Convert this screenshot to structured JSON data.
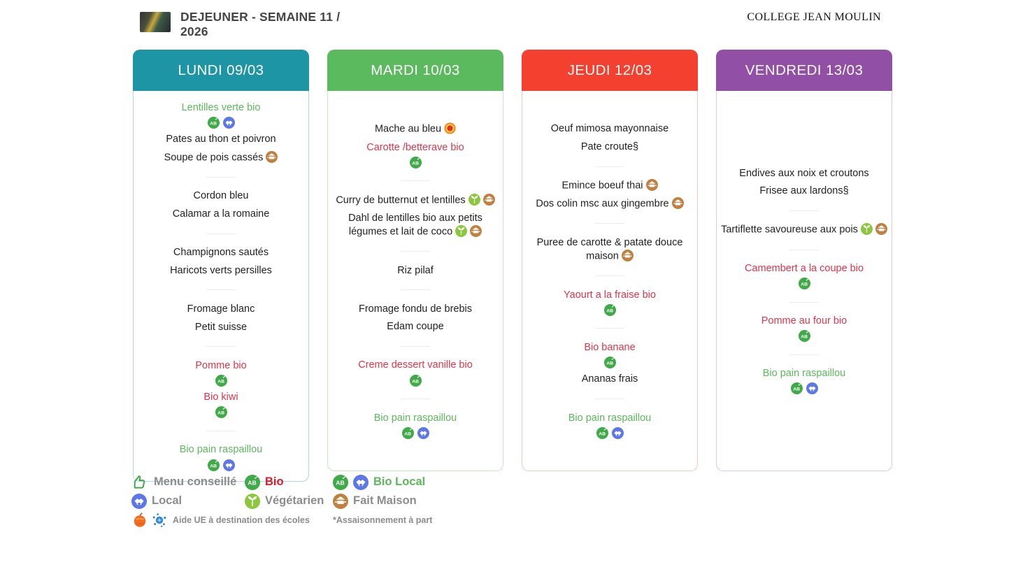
{
  "header": {
    "title": "DEJEUNER - SEMAINE 11 / 2026",
    "school_name": "COLLEGE JEAN MOULIN"
  },
  "colors": {
    "item_black": "#1f1f1f",
    "item_red": "#e5344a",
    "item_green": "#5cb85c",
    "legend_gray": "#8c8c8c",
    "legend_bio_red": "#e01727",
    "bio_badge": "#3faa47",
    "local_badge": "#5c77e8",
    "veg_badge": "#8dc63f",
    "fait_maison_badge": "#c08140"
  },
  "columns": [
    {
      "day": "LUNDI 09/03",
      "header_bg": "#1d95a4",
      "border": "#abd9e0",
      "groups": [
        {
          "items": [
            {
              "label": "Lentilles verte bio",
              "color": "green",
              "icons": [
                "bio",
                "local"
              ],
              "icons_below": true
            },
            {
              "label": "Pates au thon et poivron",
              "color": "black",
              "icons": []
            },
            {
              "label": "Soupe de pois cassés",
              "color": "black",
              "icons": [
                "fait-maison"
              ]
            }
          ]
        },
        {
          "items": [
            {
              "label": "Cordon bleu",
              "color": "black",
              "icons": []
            },
            {
              "label": "Calamar a la romaine",
              "color": "black",
              "icons": []
            }
          ]
        },
        {
          "items": [
            {
              "label": "Champignons sautés",
              "color": "black",
              "icons": []
            },
            {
              "label": "Haricots verts persilles",
              "color": "black",
              "icons": []
            }
          ]
        },
        {
          "items": [
            {
              "label": "Fromage blanc",
              "color": "black",
              "icons": []
            },
            {
              "label": "Petit suisse",
              "color": "black",
              "icons": []
            }
          ]
        },
        {
          "items": [
            {
              "label": "Pomme bio",
              "color": "red",
              "icons": [
                "bio"
              ],
              "icons_below": true
            },
            {
              "label": "Bio kiwi",
              "color": "red",
              "icons": [
                "bio"
              ],
              "icons_below": true
            }
          ]
        },
        {
          "items": [
            {
              "label": "Bio pain raspaillou",
              "color": "green",
              "icons": [
                "bio",
                "local"
              ],
              "icons_below": true
            }
          ]
        }
      ]
    },
    {
      "day": "MARDI 10/03",
      "header_bg": "#5bb95e",
      "border": "#c6e6c6",
      "groups": [
        {
          "items": [
            {
              "label": "Mache au bleu",
              "color": "black",
              "icons": [
                "aop"
              ]
            },
            {
              "label": "Carotte /betterave bio",
              "color": "red",
              "icons": [
                "bio"
              ],
              "icons_below": true
            }
          ]
        },
        {
          "items": [
            {
              "label": "Curry de butternut et lentilles",
              "color": "black",
              "icons": [
                "veg",
                "fait-maison"
              ]
            },
            {
              "label": "Dahl de lentilles bio aux petits légumes et lait de coco",
              "color": "black",
              "icons": [
                "veg",
                "fait-maison"
              ]
            }
          ]
        },
        {
          "items": [
            {
              "label": "Riz pilaf",
              "color": "black",
              "icons": []
            }
          ]
        },
        {
          "items": [
            {
              "label": "Fromage fondu de brebis",
              "color": "black",
              "icons": []
            },
            {
              "label": "Edam coupe",
              "color": "black",
              "icons": []
            }
          ]
        },
        {
          "items": [
            {
              "label": "Creme dessert vanille bio",
              "color": "red",
              "icons": [
                "bio"
              ],
              "icons_below": true
            }
          ]
        },
        {
          "items": [
            {
              "label": "Bio pain raspaillou",
              "color": "green",
              "icons": [
                "bio",
                "local"
              ],
              "icons_below": true
            }
          ]
        }
      ]
    },
    {
      "day": "JEUDI 12/03",
      "header_bg": "#f4402e",
      "border": "#f8c9c0",
      "groups": [
        {
          "items": [
            {
              "label": "Oeuf mimosa mayonnaise",
              "color": "black",
              "icons": []
            },
            {
              "label": "Pate croute§",
              "color": "black",
              "icons": []
            }
          ]
        },
        {
          "items": [
            {
              "label": "Emince boeuf thai",
              "color": "black",
              "icons": [
                "fait-maison"
              ]
            },
            {
              "label": "Dos colin msc aux gingembre",
              "color": "black",
              "icons": [
                "fait-maison"
              ]
            }
          ]
        },
        {
          "items": [
            {
              "label": "Puree de carotte & patate douce maison",
              "color": "black",
              "icons": [
                "fait-maison"
              ]
            }
          ]
        },
        {
          "items": [
            {
              "label": "Yaourt a la fraise bio",
              "color": "red",
              "icons": [
                "bio"
              ],
              "icons_below": true
            }
          ]
        },
        {
          "items": [
            {
              "label": "Bio banane",
              "color": "red",
              "icons": [
                "bio"
              ],
              "icons_below": true
            },
            {
              "label": "Ananas frais",
              "color": "black",
              "icons": []
            }
          ]
        },
        {
          "items": [
            {
              "label": "Bio pain raspaillou",
              "color": "green",
              "icons": [
                "bio",
                "local"
              ],
              "icons_below": true
            }
          ]
        }
      ]
    },
    {
      "day": "VENDREDI 13/03",
      "header_bg": "#9150a6",
      "border": "#ddc8e5",
      "groups": [
        {
          "items": [
            {
              "label": "Endives aux noix et croutons",
              "color": "black",
              "icons": []
            },
            {
              "label": "Frisee aux lardons§",
              "color": "black",
              "icons": []
            }
          ]
        },
        {
          "items": [
            {
              "label": "Tartiflette savoureuse aux pois",
              "color": "black",
              "icons": [
                "veg",
                "fait-maison"
              ]
            }
          ]
        },
        {
          "items": [
            {
              "label": "Camembert a la coupe bio",
              "color": "red",
              "icons": [
                "bio"
              ],
              "icons_below": true
            }
          ]
        },
        {
          "items": [
            {
              "label": "Pomme au four bio",
              "color": "red",
              "icons": [
                "bio"
              ],
              "icons_below": true
            }
          ]
        },
        {
          "items": [
            {
              "label": "Bio pain raspaillou",
              "color": "green",
              "icons": [
                "bio",
                "local"
              ],
              "icons_below": true
            }
          ]
        }
      ]
    }
  ],
  "legend": {
    "entries": [
      {
        "icons": [
          "thumbs-up"
        ],
        "label": "Menu conseillé",
        "style": "gray"
      },
      {
        "icons": [
          "bio"
        ],
        "label": "Bio",
        "style": "red"
      },
      {
        "icons": [
          "bio",
          "local"
        ],
        "label": "Bio Local",
        "style": "green"
      },
      {
        "icons": [
          "local"
        ],
        "label": "Local",
        "style": "gray"
      },
      {
        "icons": [
          "veg"
        ],
        "label": "Végétarien",
        "style": "gray"
      },
      {
        "icons": [
          "fait-maison"
        ],
        "label": "Fait Maison",
        "style": "gray"
      }
    ],
    "aide_ue_icons": [
      "fruit",
      "milk"
    ],
    "aide_ue_label": "Aide UE à destination des écoles",
    "assaisonnement_note": "*Assaisonnement à part"
  }
}
